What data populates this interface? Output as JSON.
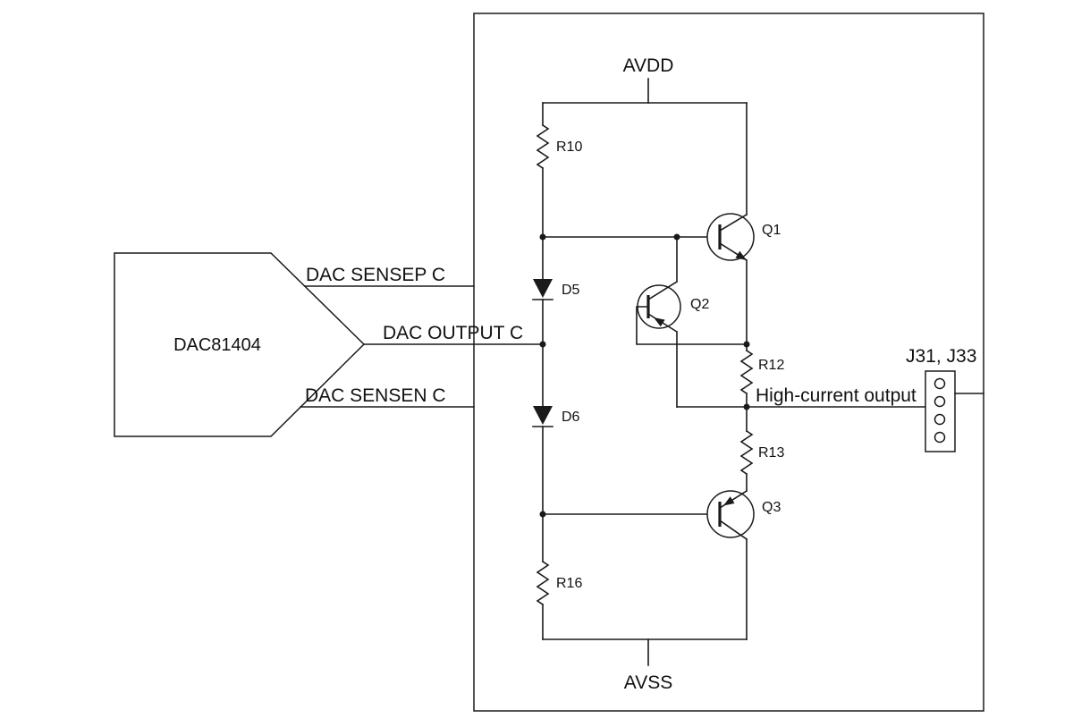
{
  "device": {
    "label": "DAC81404"
  },
  "signals": {
    "sensep": "DAC SENSEP C",
    "output": "DAC OUTPUT C",
    "sensen": "DAC SENSEN C"
  },
  "power": {
    "avdd": "AVDD",
    "avss": "AVSS"
  },
  "components": {
    "r10": "R10",
    "r12": "R12",
    "r13": "R13",
    "r16": "R16",
    "d5": "D5",
    "d6": "D6",
    "q1": "Q1",
    "q2": "Q2",
    "q3": "Q3"
  },
  "connector": {
    "label": "J31, J33",
    "pin_count": 4
  },
  "notes": {
    "high_current_output": "High-current output"
  },
  "colors": {
    "line": "#1a1a1a",
    "background": "#ffffff"
  }
}
